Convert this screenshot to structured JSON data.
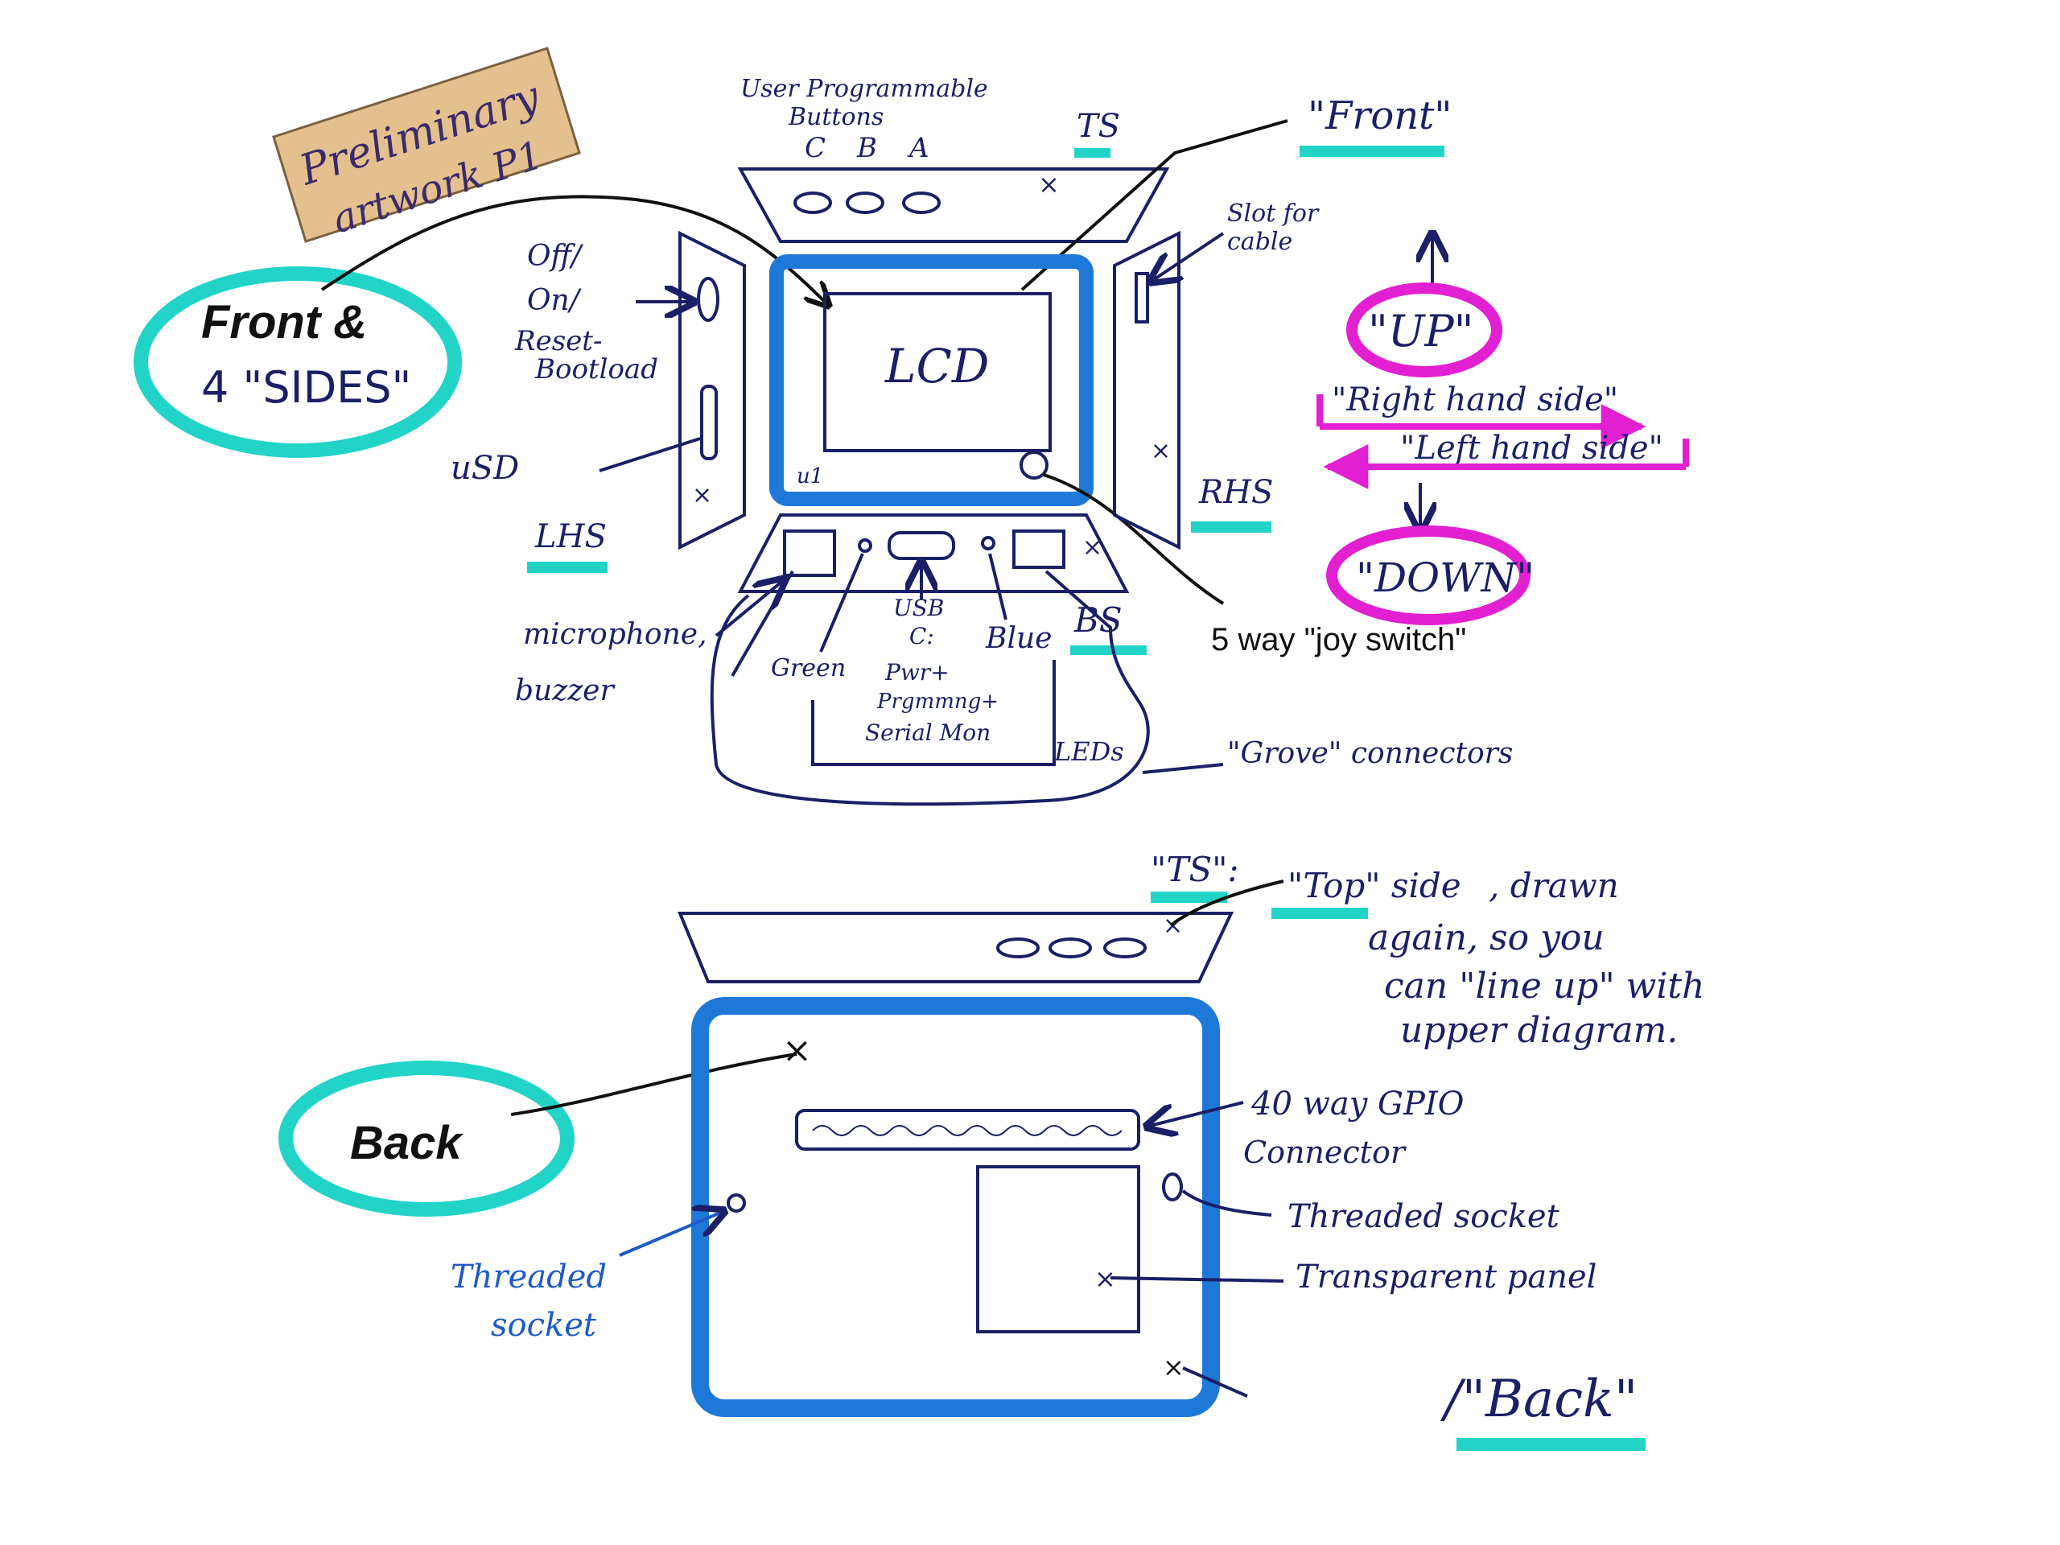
{
  "colors": {
    "ink": "#1a1f66",
    "blue_marker": "#1e78d8",
    "cyan_highlight": "#22d3c8",
    "magenta": "#e21fd1",
    "sticky_note": "#e3c08e",
    "black": "#111111"
  },
  "note": {
    "text_line1": "Preliminary",
    "text_line2": "artwork P1"
  },
  "front": {
    "title_line1": "Front &",
    "title_line2": "4 \"SIDES\"",
    "label_front": "\"Front\"",
    "lcd": "LCD",
    "ts_label": "TS",
    "buttons_caption_line1": "User Programmable",
    "buttons_caption_line2": "Buttons",
    "btn_c": "C",
    "btn_b": "B",
    "btn_a": "A",
    "slot_line1": "Slot for",
    "slot_line2": "cable",
    "rhs": "RHS",
    "lhs": "LHS",
    "bs": "BS",
    "off_on_line1": "Off/",
    "off_on_line2": "On/",
    "off_on_line3": "Reset-",
    "off_on_line4": "Bootload",
    "usd": "uSD",
    "mic_line1": "microphone,",
    "mic_line2": "buzzer",
    "green": "Green",
    "blue": "Blue",
    "usb_line1": "USB",
    "usb_line2": "C:",
    "usb_line3": "Pwr+",
    "usb_line4": "Prgmmng+",
    "usb_line5": "Serial Mon",
    "leds": "LEDs",
    "grove": "\"Grove\" connectors",
    "joy": "5 way \"joy switch\""
  },
  "directions": {
    "up": "\"UP\"",
    "down": "\"DOWN\"",
    "rhs": "\"Right hand side\"",
    "lhs": "\"Left hand side\""
  },
  "back": {
    "title": "Back",
    "label_back": "/\"Back\"",
    "ts_note_prefix": "\"TS\":",
    "ts_note_top": "\"Top\" side",
    "ts_note_rest1": ", drawn",
    "ts_note_line2": "again, so you",
    "ts_note_line3": "can \"line up\" with",
    "ts_note_line4": "upper diagram.",
    "gpio_line1": "40 way GPIO",
    "gpio_line2": "Connector",
    "threaded_right": "Threaded socket",
    "threaded_left_line1": "Threaded",
    "threaded_left_line2": "socket",
    "transparent": "Transparent panel"
  }
}
